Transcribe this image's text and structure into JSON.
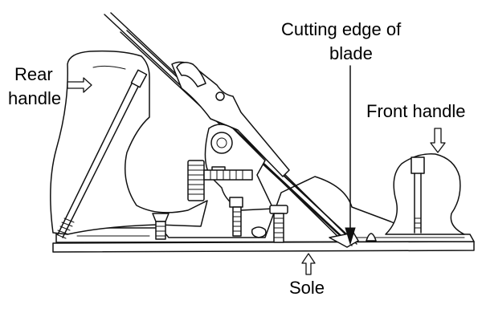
{
  "labels": {
    "rear_handle": [
      "Rear",
      "handle"
    ],
    "cutting_edge": [
      "Cutting edge of",
      "blade"
    ],
    "front_handle": "Front handle",
    "sole": "Sole"
  }
}
